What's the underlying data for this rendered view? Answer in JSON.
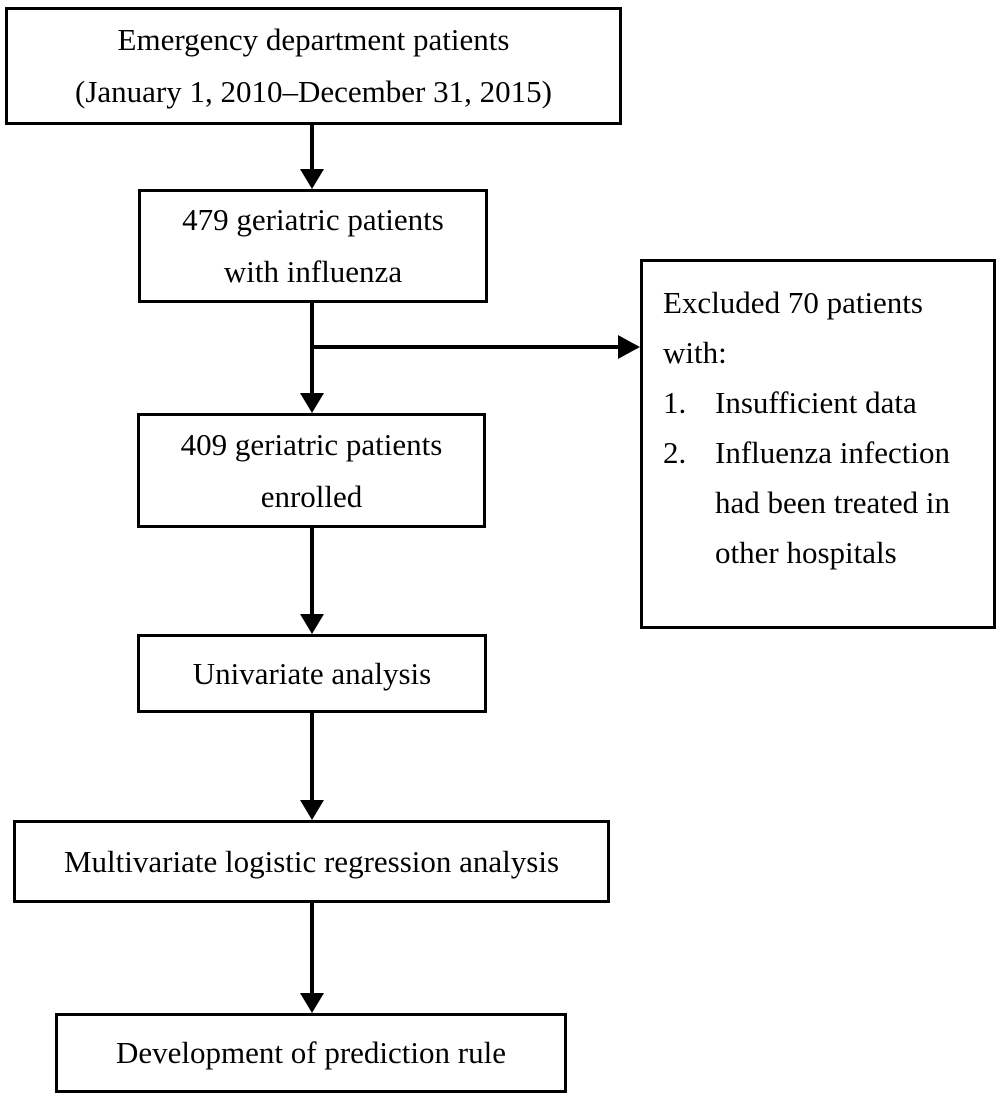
{
  "diagram": {
    "background": "#ffffff",
    "line_color": "#000000",
    "nodes": {
      "ed_patients": {
        "lines": [
          "Emergency department patients",
          "(January 1, 2010–December 31, 2015)"
        ]
      },
      "influenza_patients": {
        "lines": [
          "479 geriatric patients",
          "with influenza"
        ]
      },
      "enrolled_patients": {
        "lines": [
          "409 geriatric patients",
          "enrolled"
        ]
      },
      "univariate": {
        "label": "Univariate analysis"
      },
      "multivariate": {
        "label": "Multivariate logistic regression analysis"
      },
      "prediction_rule": {
        "label": "Development of prediction rule"
      },
      "excluded": {
        "intro": "Excluded 70 patients with:",
        "items": [
          {
            "num": "1.",
            "text": "Insufficient data"
          },
          {
            "num": "2.",
            "text": "Influenza infection had been treated in other hospitals"
          }
        ]
      }
    }
  }
}
